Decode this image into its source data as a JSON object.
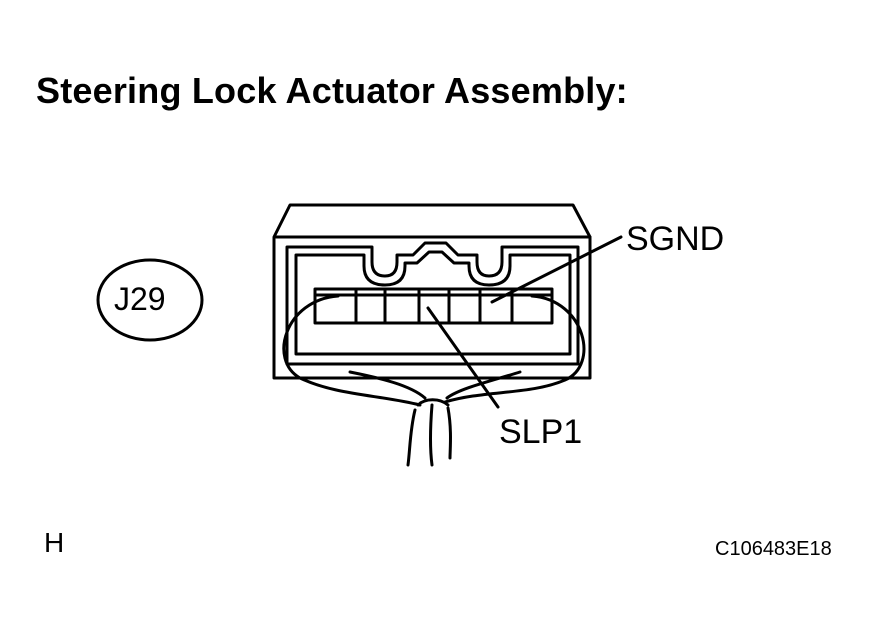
{
  "title": "Steering Lock Actuator Assembly:",
  "connector_id": "J29",
  "pins": {
    "sgnd": "SGND",
    "slp1": "SLP1"
  },
  "view_code": "H",
  "figure_code": "C106483E18"
}
